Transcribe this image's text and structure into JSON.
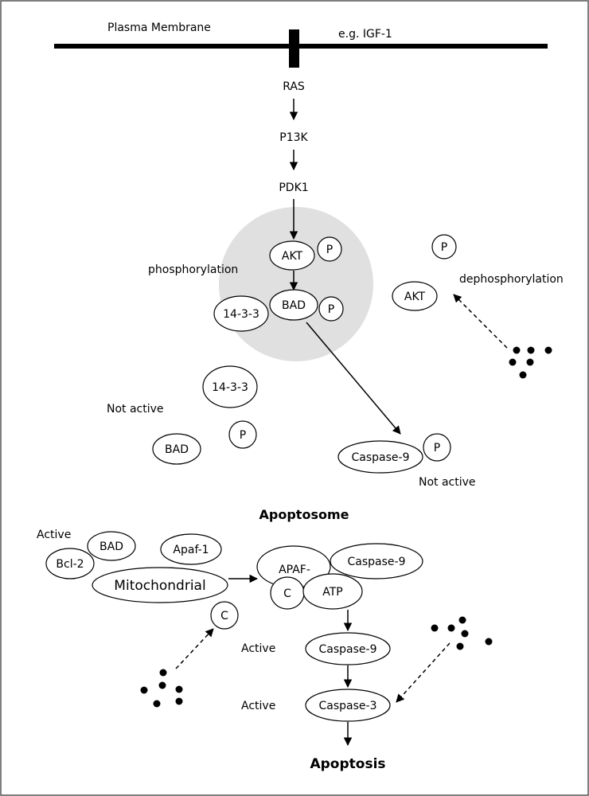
{
  "membrane": {
    "label": "Plasma Membrane",
    "ligand": "e.g. IGF-1"
  },
  "cascade": {
    "ras": "RAS",
    "pi3k": "P13K",
    "pdk1": "PDK1"
  },
  "complex": {
    "akt": "AKT",
    "p": "P",
    "bad": "BAD",
    "protein_1433": "14-3-3",
    "process": "phosphorylation"
  },
  "dephospho": {
    "p": "P",
    "akt": "AKT",
    "process": "dephosphorylation"
  },
  "free_components": {
    "protein_1433": "14-3-3",
    "status": "Not active",
    "bad": "BAD",
    "p": "P"
  },
  "caspase9_inactive": {
    "label": "Caspase-9",
    "p": "P",
    "status": "Not active"
  },
  "apoptosome": {
    "title": "Apoptosome",
    "apaf": "APAF-",
    "caspase9": "Caspase-9",
    "c": "C",
    "atp": "ATP"
  },
  "mitochondria": {
    "active": "Active",
    "bad": "BAD",
    "bcl2": "Bcl-2",
    "apaf1": "Apaf-1",
    "label": "Mitochondrial",
    "c": "C"
  },
  "activation": {
    "active_1": "Active",
    "caspase9": "Caspase-9",
    "active_2": "Active",
    "caspase3": "Caspase-3",
    "outcome": "Apoptosis"
  }
}
